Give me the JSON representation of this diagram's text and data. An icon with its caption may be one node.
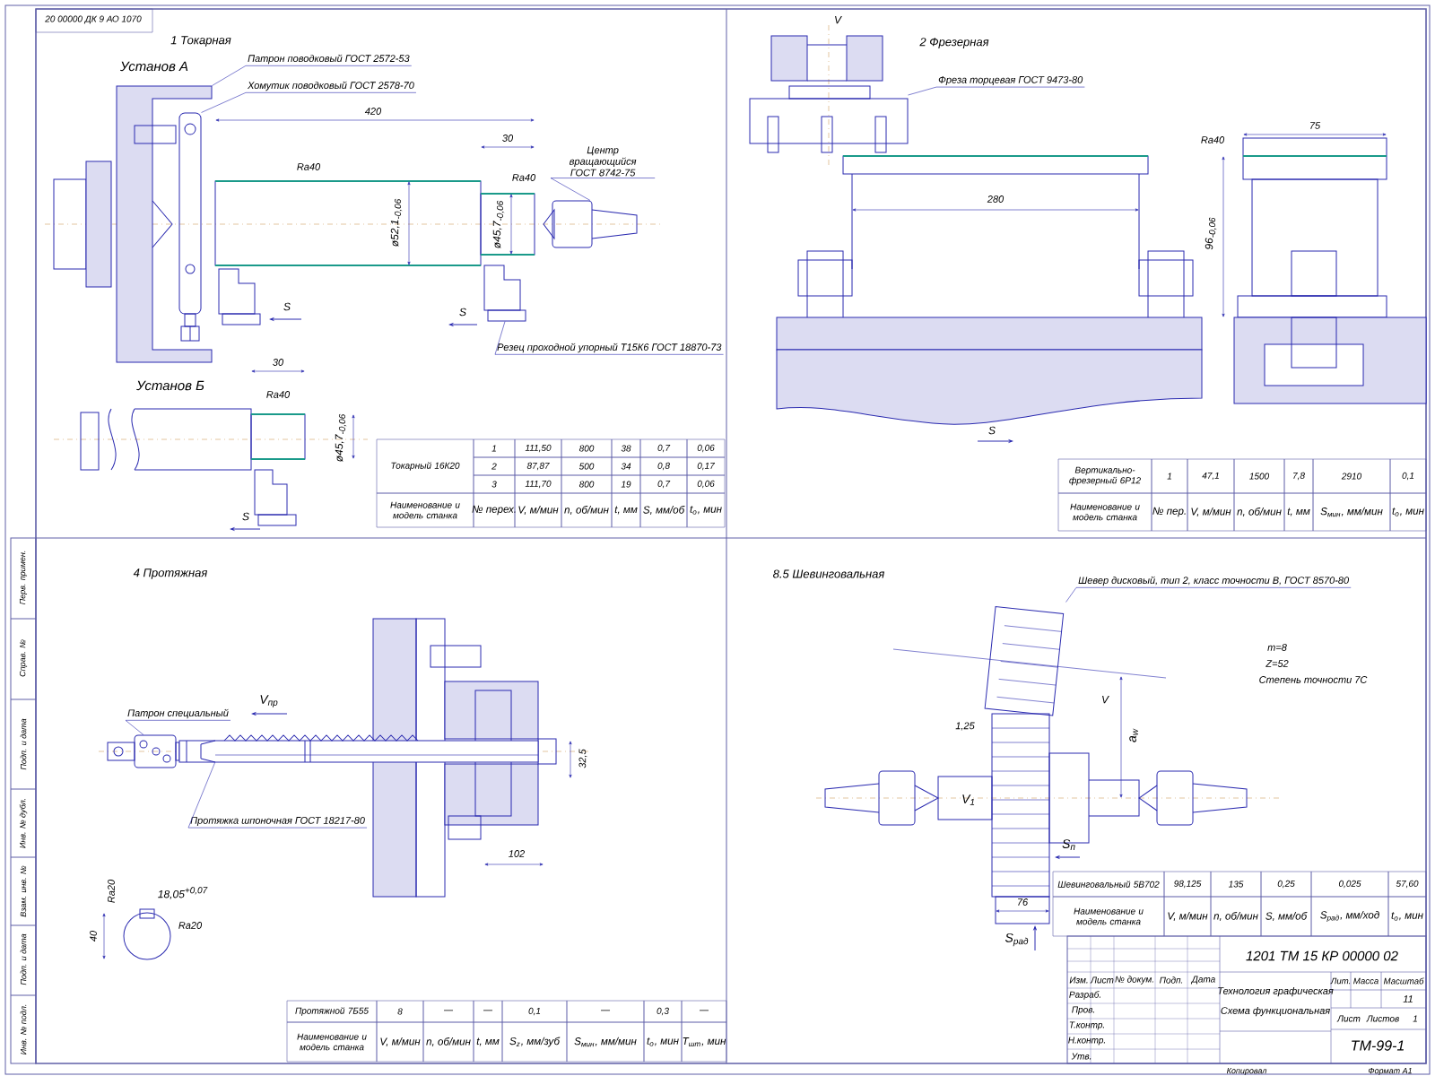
{
  "diagram": {
    "nodes": [
      {
        "text": [
          "Патрон поводковый ГОСТ 2572-53"
        ]
      },
      {
        "text": [
          "Хомутик поводковый ГОСТ 2578-70"
        ]
      },
      {
        "text": [
          "Центр вращающийся ГОСТ 8742-75"
        ]
      },
      {
        "text": [
          "Резец проходной упорный Т15К6 ГОСТ 18870-73"
        ]
      },
      {
        "text": [
          "Фреза торцевая ГОСТ 9473-80"
        ]
      },
      {
        "text": [
          "Патрон специальный"
        ]
      },
      {
        "text": [
          "Протяжка шпоночная ГОСТ 18217-80"
        ]
      },
      {
        "text": [
          "Шевер дисковый, тип 2, класс точности В, ГОСТ 8570-80"
        ]
      },
      {
        "text": [],
        "shape": "picture"
      },
      {
        "text": [],
        "shape": "picture"
      },
      {
        "text": [],
        "shape": "picture"
      },
      {
        "text": [],
        "shape": "picture"
      },
      {
        "text": [],
        "shape": "picture"
      },
      {
        "text": [],
        "shape": "picture"
      },
      {
        "text": [],
        "shape": "picture"
      },
      {
        "text": [],
        "shape": "picture"
      }
    ],
    "edges": [
      {
        "from": 0,
        "to": 8,
        "arrow": "none"
      },
      {
        "from": 1,
        "to": 9,
        "arrow": "none"
      },
      {
        "from": 2,
        "to": 10,
        "arrow": "none"
      },
      {
        "from": 3,
        "to": 11,
        "arrow": "none"
      },
      {
        "from": 4,
        "to": 12,
        "arrow": "none"
      },
      {
        "from": 5,
        "to": 13,
        "arrow": "none"
      },
      {
        "from": 6,
        "to": 14,
        "arrow": "none"
      },
      {
        "from": 7,
        "to": 15,
        "arrow": "none"
      }
    ],
    "labels": [
      "20 00000 ДК 9 АО 1070",
      "1 Токарная",
      "Установ А",
      "420",
      "30",
      "Ra40",
      "Ra40",
      "ø52,1$_{-0,06}$",
      "ø45,7$_{-0,06}$",
      "S",
      "S",
      "Установ Б",
      "30",
      "Ra40",
      "ø45,7$_{-0,06}$",
      "S",
      "Токарный 16К20",
      "1",
      "111,50",
      "800",
      "38",
      "0,7",
      "0,06",
      "2",
      "87,87",
      "500",
      "34",
      "0,8",
      "0,17",
      "3",
      "111,70",
      "800",
      "19",
      "0,7",
      "0,06",
      "Наименование и модель станка",
      "№ перех.",
      "V, м/мин",
      "n, об/мин",
      "t, мм",
      "S, мм/об",
      "t$_{о}$, мин",
      "V",
      "2 Фрезерная",
      "280",
      "Ra40",
      "75",
      "96$_{-0,06}$",
      "S",
      "Вертикально-фрезерный 6Р12",
      "1",
      "47,1",
      "1500",
      "7,8",
      "2910",
      "0,1",
      "Наименование и модель станка",
      "№ пер.",
      "V, м/мин",
      "n, об/мин",
      "t, мм",
      "S$_{мин}$, мм/мин",
      "t$_{о}$, мин",
      "4 Протяжная",
      "V$_{пр}$",
      "32,5",
      "102",
      "Ra20",
      "18,05$^{+0,07}$",
      "40",
      "Ra20",
      "Протяжной 7Б55",
      "8",
      "—",
      "—",
      "0,1",
      "—",
      "0,3",
      "—",
      "Наименование и модель станка",
      "V, м/мин",
      "n, об/мин",
      "t, мм",
      "S$_{z}$, мм/зуб",
      "S$_{мин}$, мм/мин",
      "t$_{о}$, мин",
      "T$_{шт}$, мин",
      "8.5 Шевинговальная",
      "m=8",
      "Z=52",
      "Степень точности 7С",
      "V",
      "1,25",
      "V$_{1}$",
      "a$_{w}$",
      "S$_{п}$",
      "76",
      "S$_{рад}$",
      "Шевинговальный 5В702",
      "98,125",
      "135",
      "0,25",
      "0,025",
      "57,60",
      "Наименование и модель станка",
      "V, м/мин",
      "n, об/мин",
      "S, мм/об",
      "S$_{рад}$, мм/ход",
      "t$_{о}$, мин",
      "1201 ТМ 15 КР 00000 02",
      "Изм.",
      "Лист",
      "№ докум.",
      "Подп.",
      "Дата",
      "Разраб.",
      "Пров.",
      "Т.контр.",
      "Н.контр.",
      "Утв.",
      "Технология графическая",
      "Схема функциональная",
      "Лит.",
      "Масса",
      "Масштаб",
      "11",
      "Лист",
      "Листов",
      "1",
      "ТМ-99-1",
      "Копировал",
      "Формат А1",
      "Перв. примен.",
      "Справ. №",
      "Подп. и дата",
      "Инв. № дубл.",
      "Взам. инв. №",
      "Подп. и дата",
      "Инв. № подл."
    ]
  }
}
